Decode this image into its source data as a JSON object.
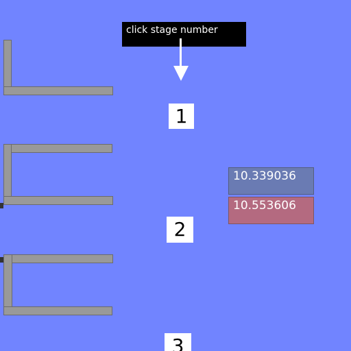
{
  "instruction": {
    "text": "click stage number"
  },
  "stages": [
    {
      "label": "1"
    },
    {
      "label": "2"
    },
    {
      "label": "3"
    }
  ],
  "readouts": [
    {
      "value": "10.339036",
      "color": "#6a7bb3"
    },
    {
      "value": "10.553606",
      "color": "#b46a80"
    }
  ],
  "colors": {
    "background": "#7184ff",
    "bar": "#999999"
  }
}
